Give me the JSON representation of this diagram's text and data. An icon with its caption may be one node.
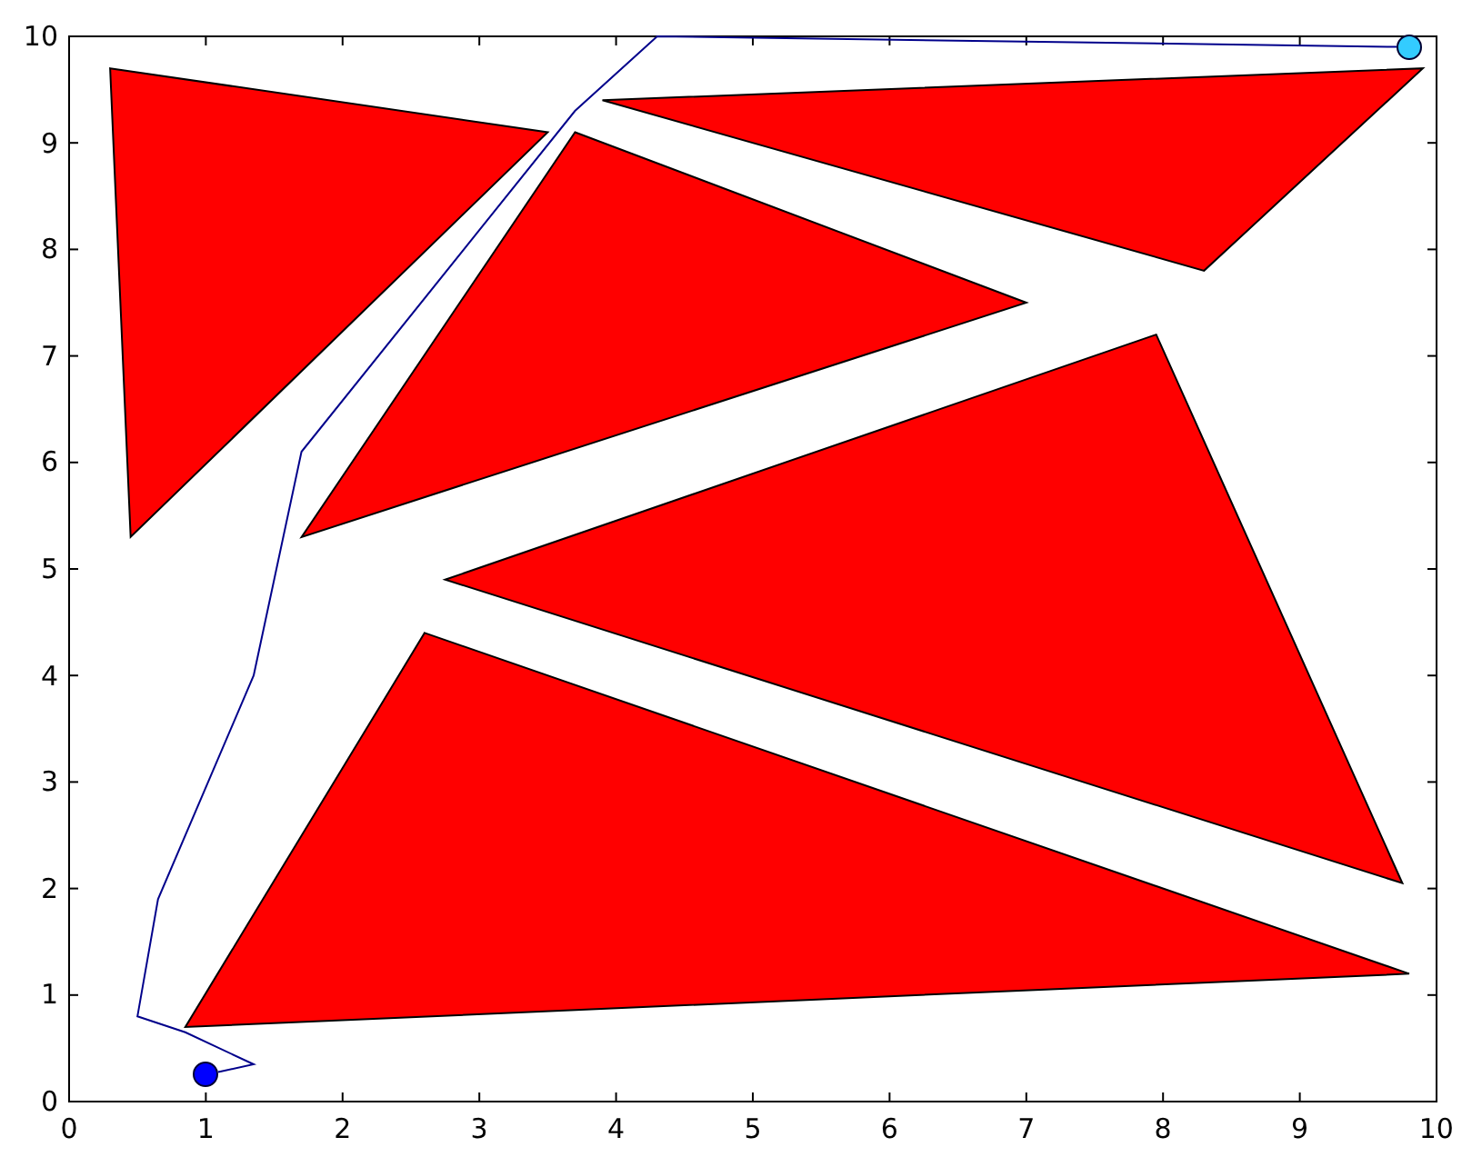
{
  "diagram": {
    "nodes": [
      {
        "text": [],
        "shape": "circle"
      },
      {
        "text": [],
        "shape": "circle"
      }
    ],
    "edges": [
      {
        "from": 0,
        "to": 1,
        "arrow": "none"
      }
    ],
    "labels": [
      "10",
      "9",
      "8",
      "7",
      "6",
      "5",
      "4",
      "3",
      "2",
      "1",
      "0",
      "0",
      "1",
      "2",
      "3",
      "4",
      "5",
      "6",
      "7",
      "8",
      "9",
      "10"
    ]
  }
}
